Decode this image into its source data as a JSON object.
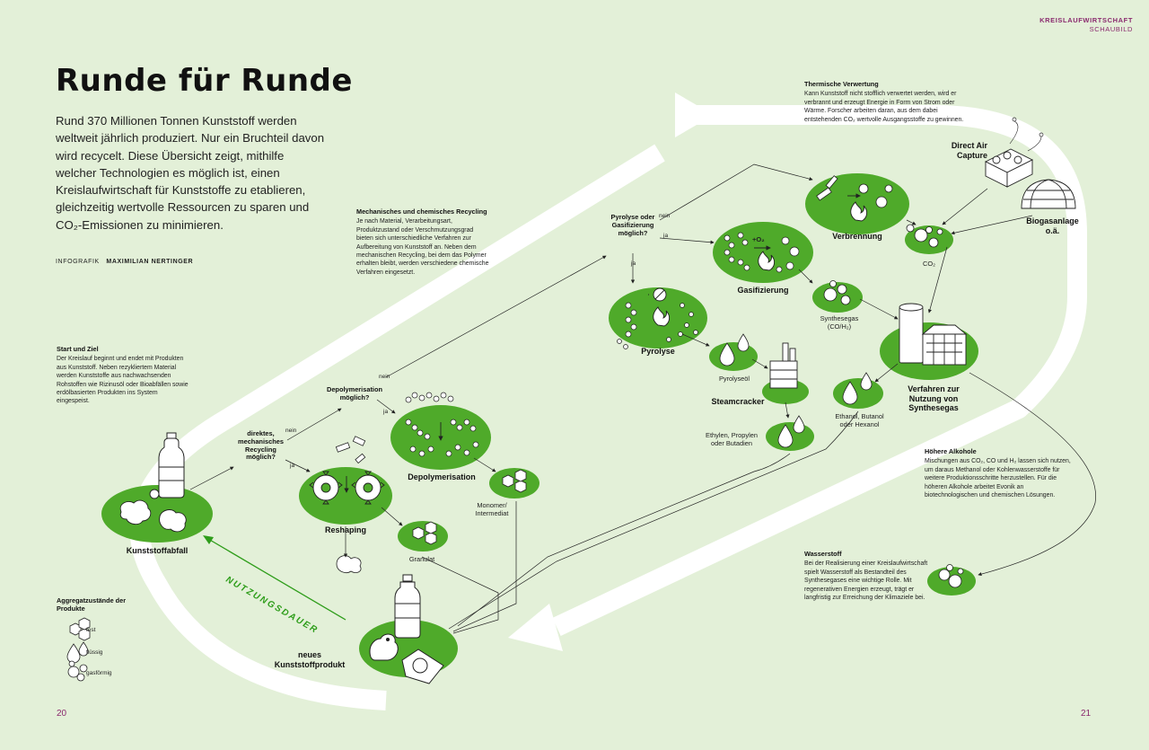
{
  "header": {
    "section": "KREISLAUFWIRTSCHAFT",
    "subsection": "SCHAUBILD"
  },
  "title": "Runde für Runde",
  "intro": "Rund 370 Millionen Tonnen Kunststoff werden weltweit jährlich produziert. Nur ein Bruchteil davon wird recycelt. Diese Übersicht zeigt, mithilfe welcher Technologien es möglich ist, einen Kreislaufwirtschaft für Kunststoffe zu etablieren, gleichzeitig wertvolle Ressourcen zu sparen und CO₂-Emissionen zu minimieren.",
  "credit": {
    "label": "INFOGRAFIK",
    "name": "MAXIMILIAN NERTINGER"
  },
  "boxes": {
    "recycling": {
      "heading": "Mechanisches und chemisches Recycling",
      "text": "Je nach Material, Verarbeitungsart, Produktzustand oder Verschmutzungsgrad bieten sich unterschiedliche Verfahren zur Aufbereitung von Kunststoff an. Neben dem mechanischen Recycling, bei dem das Polymer erhalten bleibt, werden verschiedene chemische Verfahren eingesetzt."
    },
    "start": {
      "heading": "Start und Ziel",
      "text": "Der Kreislauf beginnt und endet mit Produkten aus Kunststoff. Neben rezykliertem Material werden Kunststoffe aus nachwachsenden Rohstoffen wie Rizinusöl oder Bioabfällen sowie erdölbasierten Produkten ins System eingespeist."
    },
    "thermal": {
      "heading": "Thermische Verwertung",
      "text": "Kann Kunststoff nicht stofflich verwertet werden, wird er verbrannt und erzeugt Energie in Form von Strom oder Wärme. Forscher arbeiten daran, aus dem dabei entstehenden CO₂ wertvolle Ausgangsstoffe zu gewinnen."
    },
    "alcohols": {
      "heading": "Höhere Alkohole",
      "text": "Mischungen aus CO₂, CO und H₂ lassen sich nutzen, um daraus Methanol oder Kohlenwasserstoffe für weitere Produktionsschritte herzustellen. Für die höheren Alkohole arbeitet Evonik an biotechnologischen und chemischen Lösungen."
    },
    "hydrogen": {
      "heading": "Wasserstoff",
      "text": "Bei der Realisierung einer Kreislaufwirtschaft spielt Wasserstoff als Bestandteil des Synthesegases eine wichtige Rolle. Mit regenerativen Energien erzeugt, trägt er langfristig zur Erreichung der Klimaziele bei."
    }
  },
  "nodes": {
    "kunststoffabfall": "Kunststoffabfall",
    "reshaping": "Reshaping",
    "granulat": "Granulat",
    "depolymerisation": "Depolymerisation",
    "monomer": "Monomer/ Intermediat",
    "pyrolyse": "Pyrolyse",
    "pyrolyseoel": "Pyrolyseöl",
    "steamcracker": "Steamcracker",
    "ethylen": "Ethylen, Propylen oder Butadien",
    "gasifizierung": "Gasifizierung",
    "synthesegas": "Synthesegas (CO/H₂)",
    "verbrennung": "Verbrennung",
    "co2": "CO₂",
    "dac": "Direct Air Capture",
    "biogas": "Biogasanlage o.ä.",
    "verfahren": "Verfahren zur Nutzung von Synthesegas",
    "ethanol": "Ethanol, Butanol oder Hexanol",
    "neues": "neues Kunststoffprodukt",
    "o2": "+O₂"
  },
  "questions": {
    "q1": "direktes, mechanisches Recycling möglich?",
    "q2": "Depolymerisation möglich?",
    "q3": "Pyrolyse oder Gasifizierung möglich?"
  },
  "answers": {
    "ja": "ja",
    "nein": "nein"
  },
  "legend": {
    "title": "Aggregatzustände der Produkte",
    "fest": "fest",
    "fluessig": "flüssig",
    "gasfoermig": "gasförmig"
  },
  "nutzungsdauer": "NUTZUNGSDAUER",
  "pages": {
    "left": "20",
    "right": "21"
  },
  "colors": {
    "background": "#e3f0d8",
    "green": "#4faa2a",
    "track": "#ffffff",
    "accent": "#8a2a6e"
  }
}
